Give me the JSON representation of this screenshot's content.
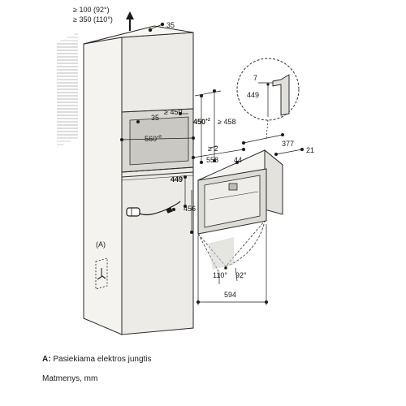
{
  "dimensions": {
    "top_clearance_92": "≥ 100 (92°)",
    "top_clearance_110": "≥ 350 (110°)",
    "top_35": "35",
    "niche_450": "≥ 450",
    "niche_35": "35",
    "niche_450_main": "450",
    "niche_450_sup": "+2",
    "niche_458": "≥ 458",
    "niche_560": "560",
    "niche_560_sup": "+8",
    "gap_2": "≥ 2",
    "depth_558": "558",
    "frame_44": "44",
    "depth_377": "377",
    "front_21": "21",
    "height_449": "449",
    "height_456": "456",
    "angle_110": "110°",
    "angle_92": "92°",
    "width_594": "594",
    "detail_7": "7",
    "detail_449": "449",
    "label_A": "(A)"
  },
  "legend": {
    "a_key": "A:",
    "a_text": " Pasiekiama elektros jungtis",
    "units": "Matmenys, mm"
  }
}
